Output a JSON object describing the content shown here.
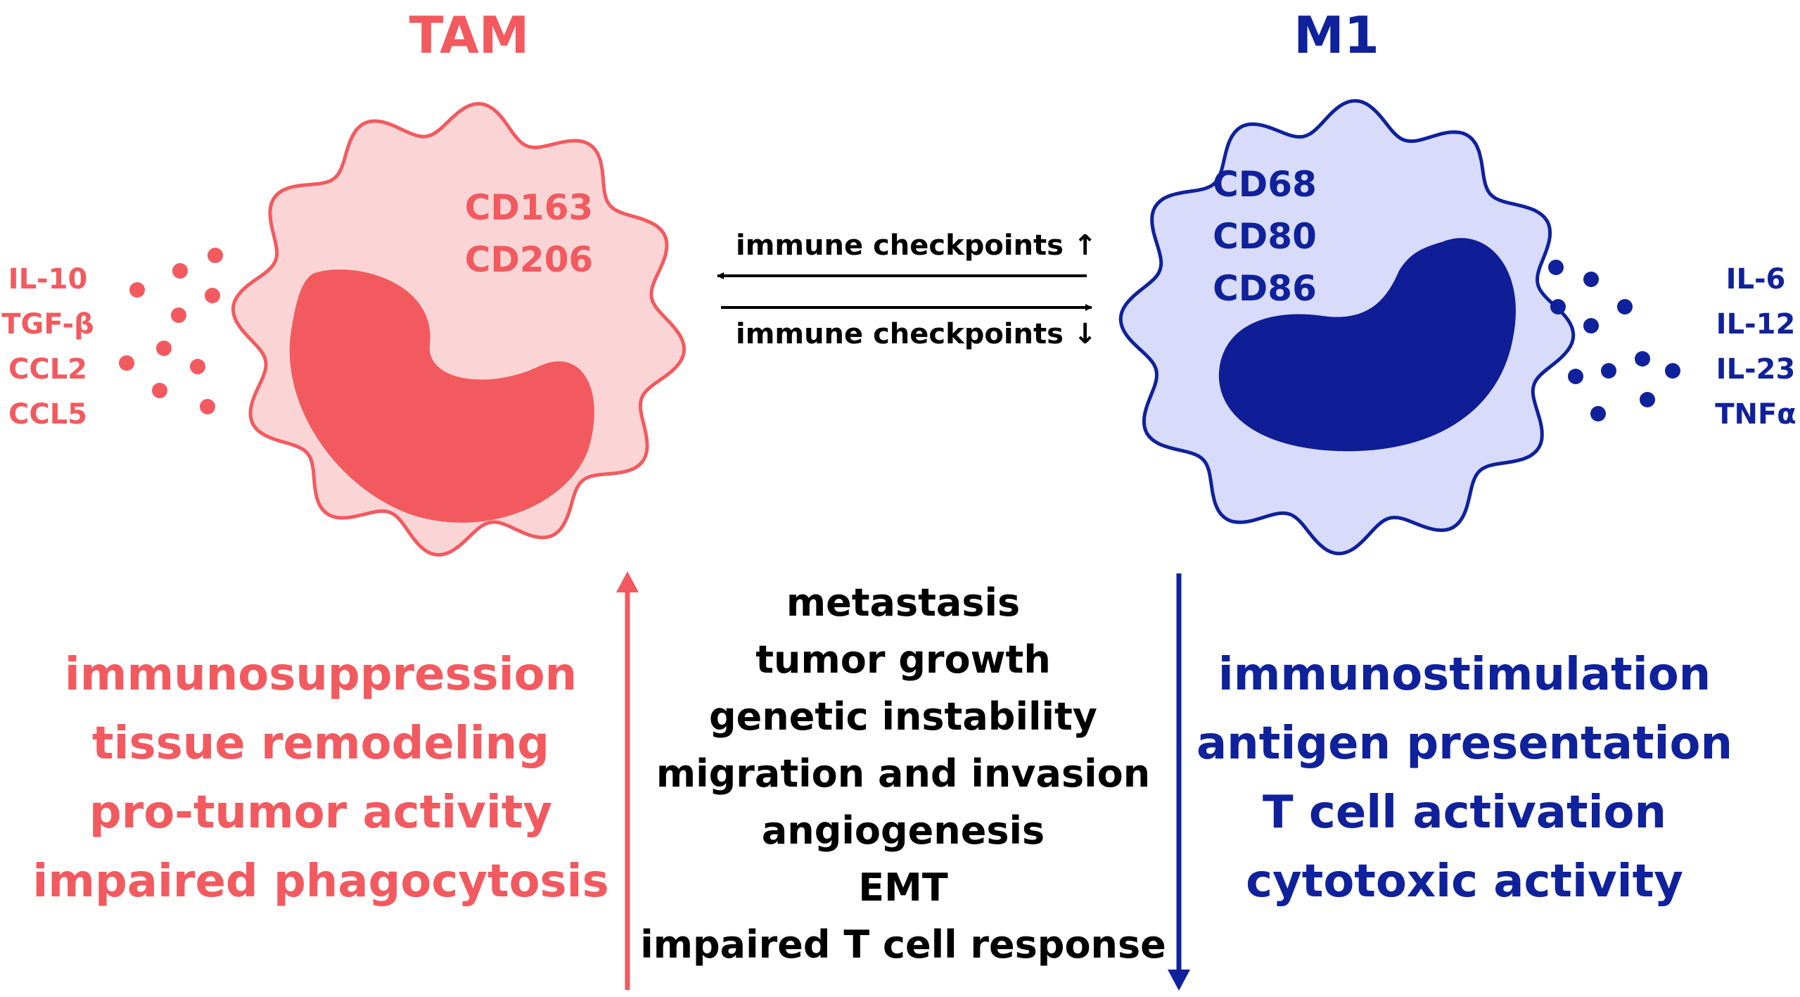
{
  "colors": {
    "tam_text": "#f25a5f",
    "tam_body": "#fbd5d5",
    "tam_nucleus": "#f25a5f",
    "m1_text": "#0f219b",
    "m1_body": "#d8dcfa",
    "m1_nucleus": "#0f1d96",
    "neutral": "#000000"
  },
  "tam": {
    "title": "TAM",
    "markers": [
      "CD163",
      "CD206"
    ],
    "cytokines": [
      "IL-10",
      "TGF-β",
      "CCL2",
      "CCL5"
    ],
    "effects": [
      "immunosuppression",
      "tissue remodeling",
      "pro-tumor activity",
      "impaired phagocytosis"
    ]
  },
  "m1": {
    "title": "M1",
    "markers": [
      "CD68",
      "CD80",
      "CD86"
    ],
    "cytokines": [
      "IL-6",
      "IL-12",
      "IL-23",
      "TNFα"
    ],
    "effects": [
      "immunostimulation",
      "antigen presentation",
      "T cell activation",
      "cytotoxic activity"
    ]
  },
  "checkpoints": {
    "to_tam": "immune checkpoints",
    "to_tam_arrow": "↑",
    "to_m1": "immune checkpoints",
    "to_m1_arrow": "↓"
  },
  "outcomes": [
    "metastasis",
    "tumor growth",
    "genetic instability",
    "migration and invasion",
    "angiogenesis",
    "EMT",
    "impaired T cell response"
  ]
}
